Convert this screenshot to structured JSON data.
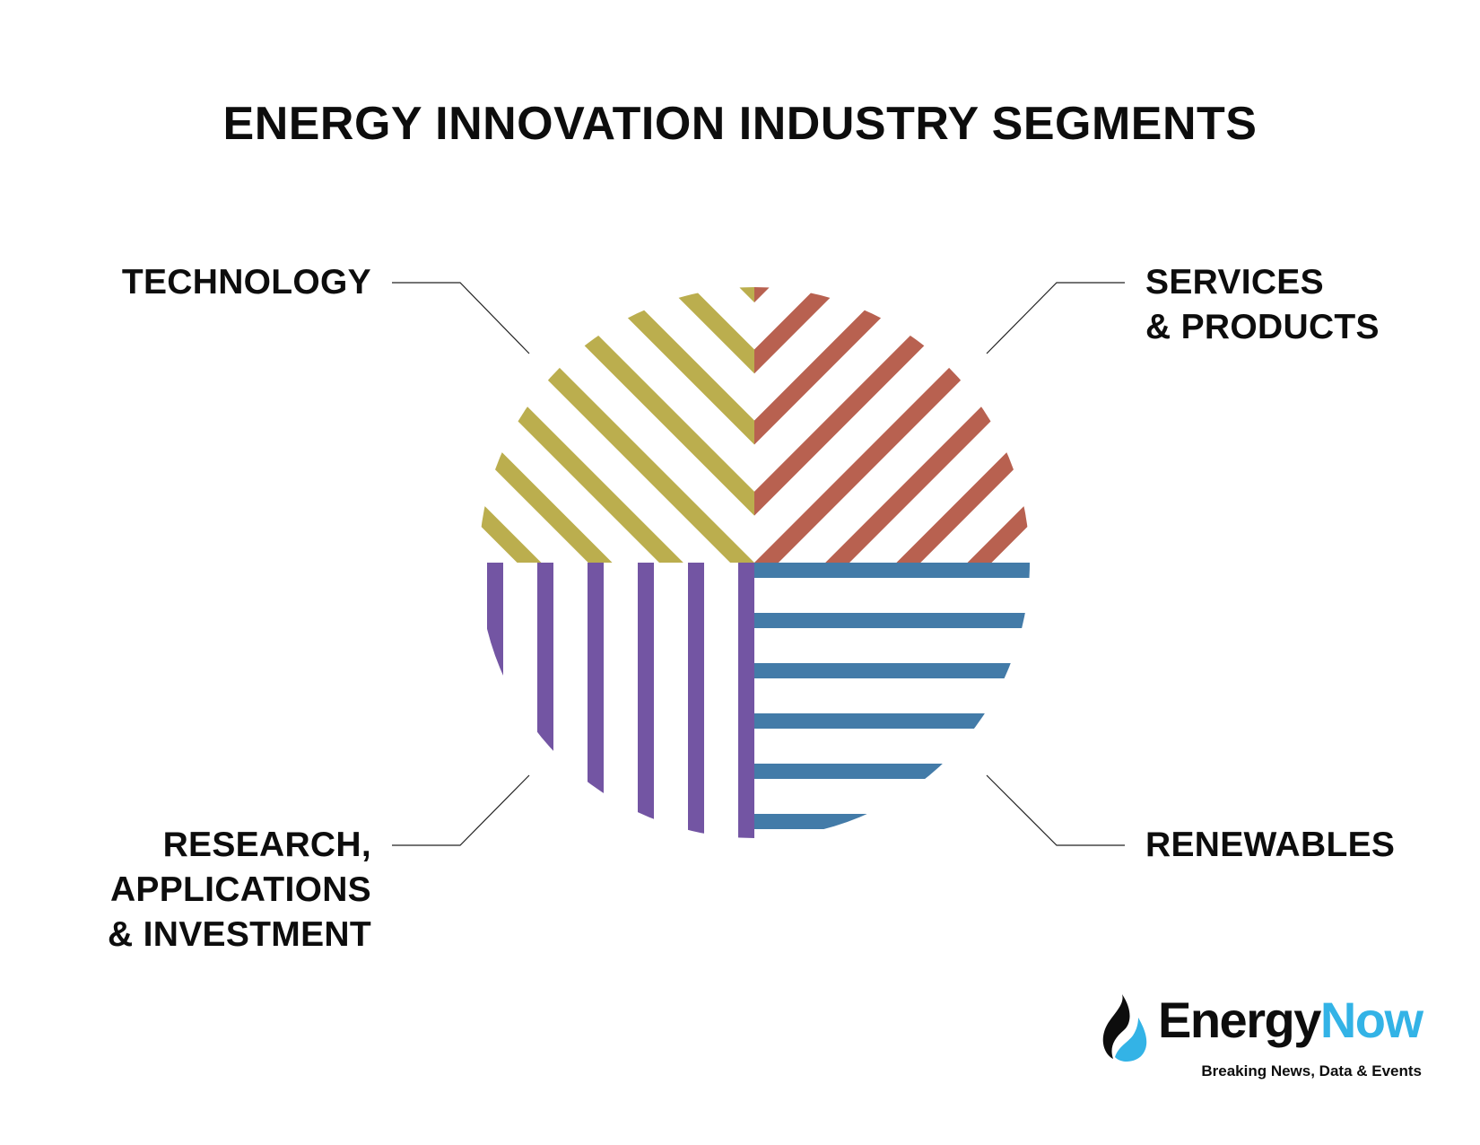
{
  "title": "ENERGY INNOVATION INDUSTRY SEGMENTS",
  "segments": [
    {
      "key": "technology",
      "lines": [
        "TECHNOLOGY"
      ],
      "color": "#bbae4e",
      "pattern": "diagonal-down"
    },
    {
      "key": "services",
      "lines": [
        "SERVICES",
        "& PRODUCTS"
      ],
      "color": "#b86150",
      "pattern": "diagonal-up"
    },
    {
      "key": "research",
      "lines": [
        "RESEARCH,",
        "APPLICATIONS",
        "& INVESTMENT"
      ],
      "color": "#7355a3",
      "pattern": "vertical"
    },
    {
      "key": "renewables",
      "lines": [
        "RENEWABLES"
      ],
      "color": "#437ba8",
      "pattern": "horizontal"
    }
  ],
  "logo": {
    "word_part1": "Energy",
    "word_part2": "Now",
    "tagline": "Breaking News, Data & Events",
    "brand_color": "#33b3e6",
    "icon": "flame-drop-icon"
  }
}
